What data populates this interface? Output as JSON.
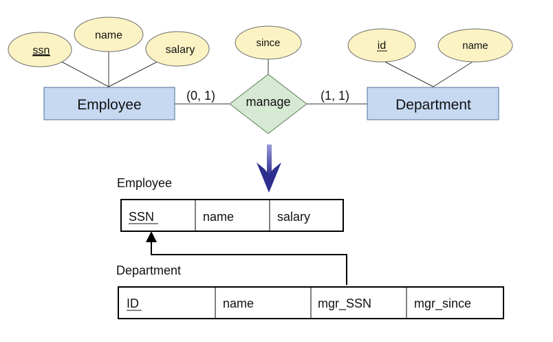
{
  "er": {
    "entities": [
      {
        "name": "Employee"
      },
      {
        "name": "Department"
      }
    ],
    "relationship": {
      "name": "manage"
    },
    "attributes": {
      "employee": [
        {
          "label": "ssn",
          "key": true
        },
        {
          "label": "name",
          "key": false
        },
        {
          "label": "salary",
          "key": false
        }
      ],
      "relationship": [
        {
          "label": "since",
          "key": false
        }
      ],
      "department": [
        {
          "label": "id",
          "key": true
        },
        {
          "label": "name",
          "key": false
        }
      ]
    },
    "cardinalities": {
      "employee_side": "(0, 1)",
      "department_side": "(1, 1)"
    }
  },
  "relations": {
    "employee": {
      "title": "Employee",
      "columns": [
        {
          "name": "SSN",
          "key": true
        },
        {
          "name": "name",
          "key": false
        },
        {
          "name": "salary",
          "key": false
        }
      ]
    },
    "department": {
      "title": "Department",
      "columns": [
        {
          "name": "ID",
          "key": true
        },
        {
          "name": "name",
          "key": false
        },
        {
          "name": "mgr_SSN",
          "key": false
        },
        {
          "name": "mgr_since",
          "key": false
        }
      ]
    }
  },
  "colors": {
    "entity_fill": "#c6d9f1",
    "entity_stroke": "#4f6f9a",
    "attribute_fill": "#fcf3c4",
    "attribute_stroke": "#6b6b6b",
    "relationship_fill": "#d6ead3",
    "relationship_stroke": "#5a7a55",
    "arrow": "#3b3b9a",
    "table_stroke": "#000000"
  }
}
